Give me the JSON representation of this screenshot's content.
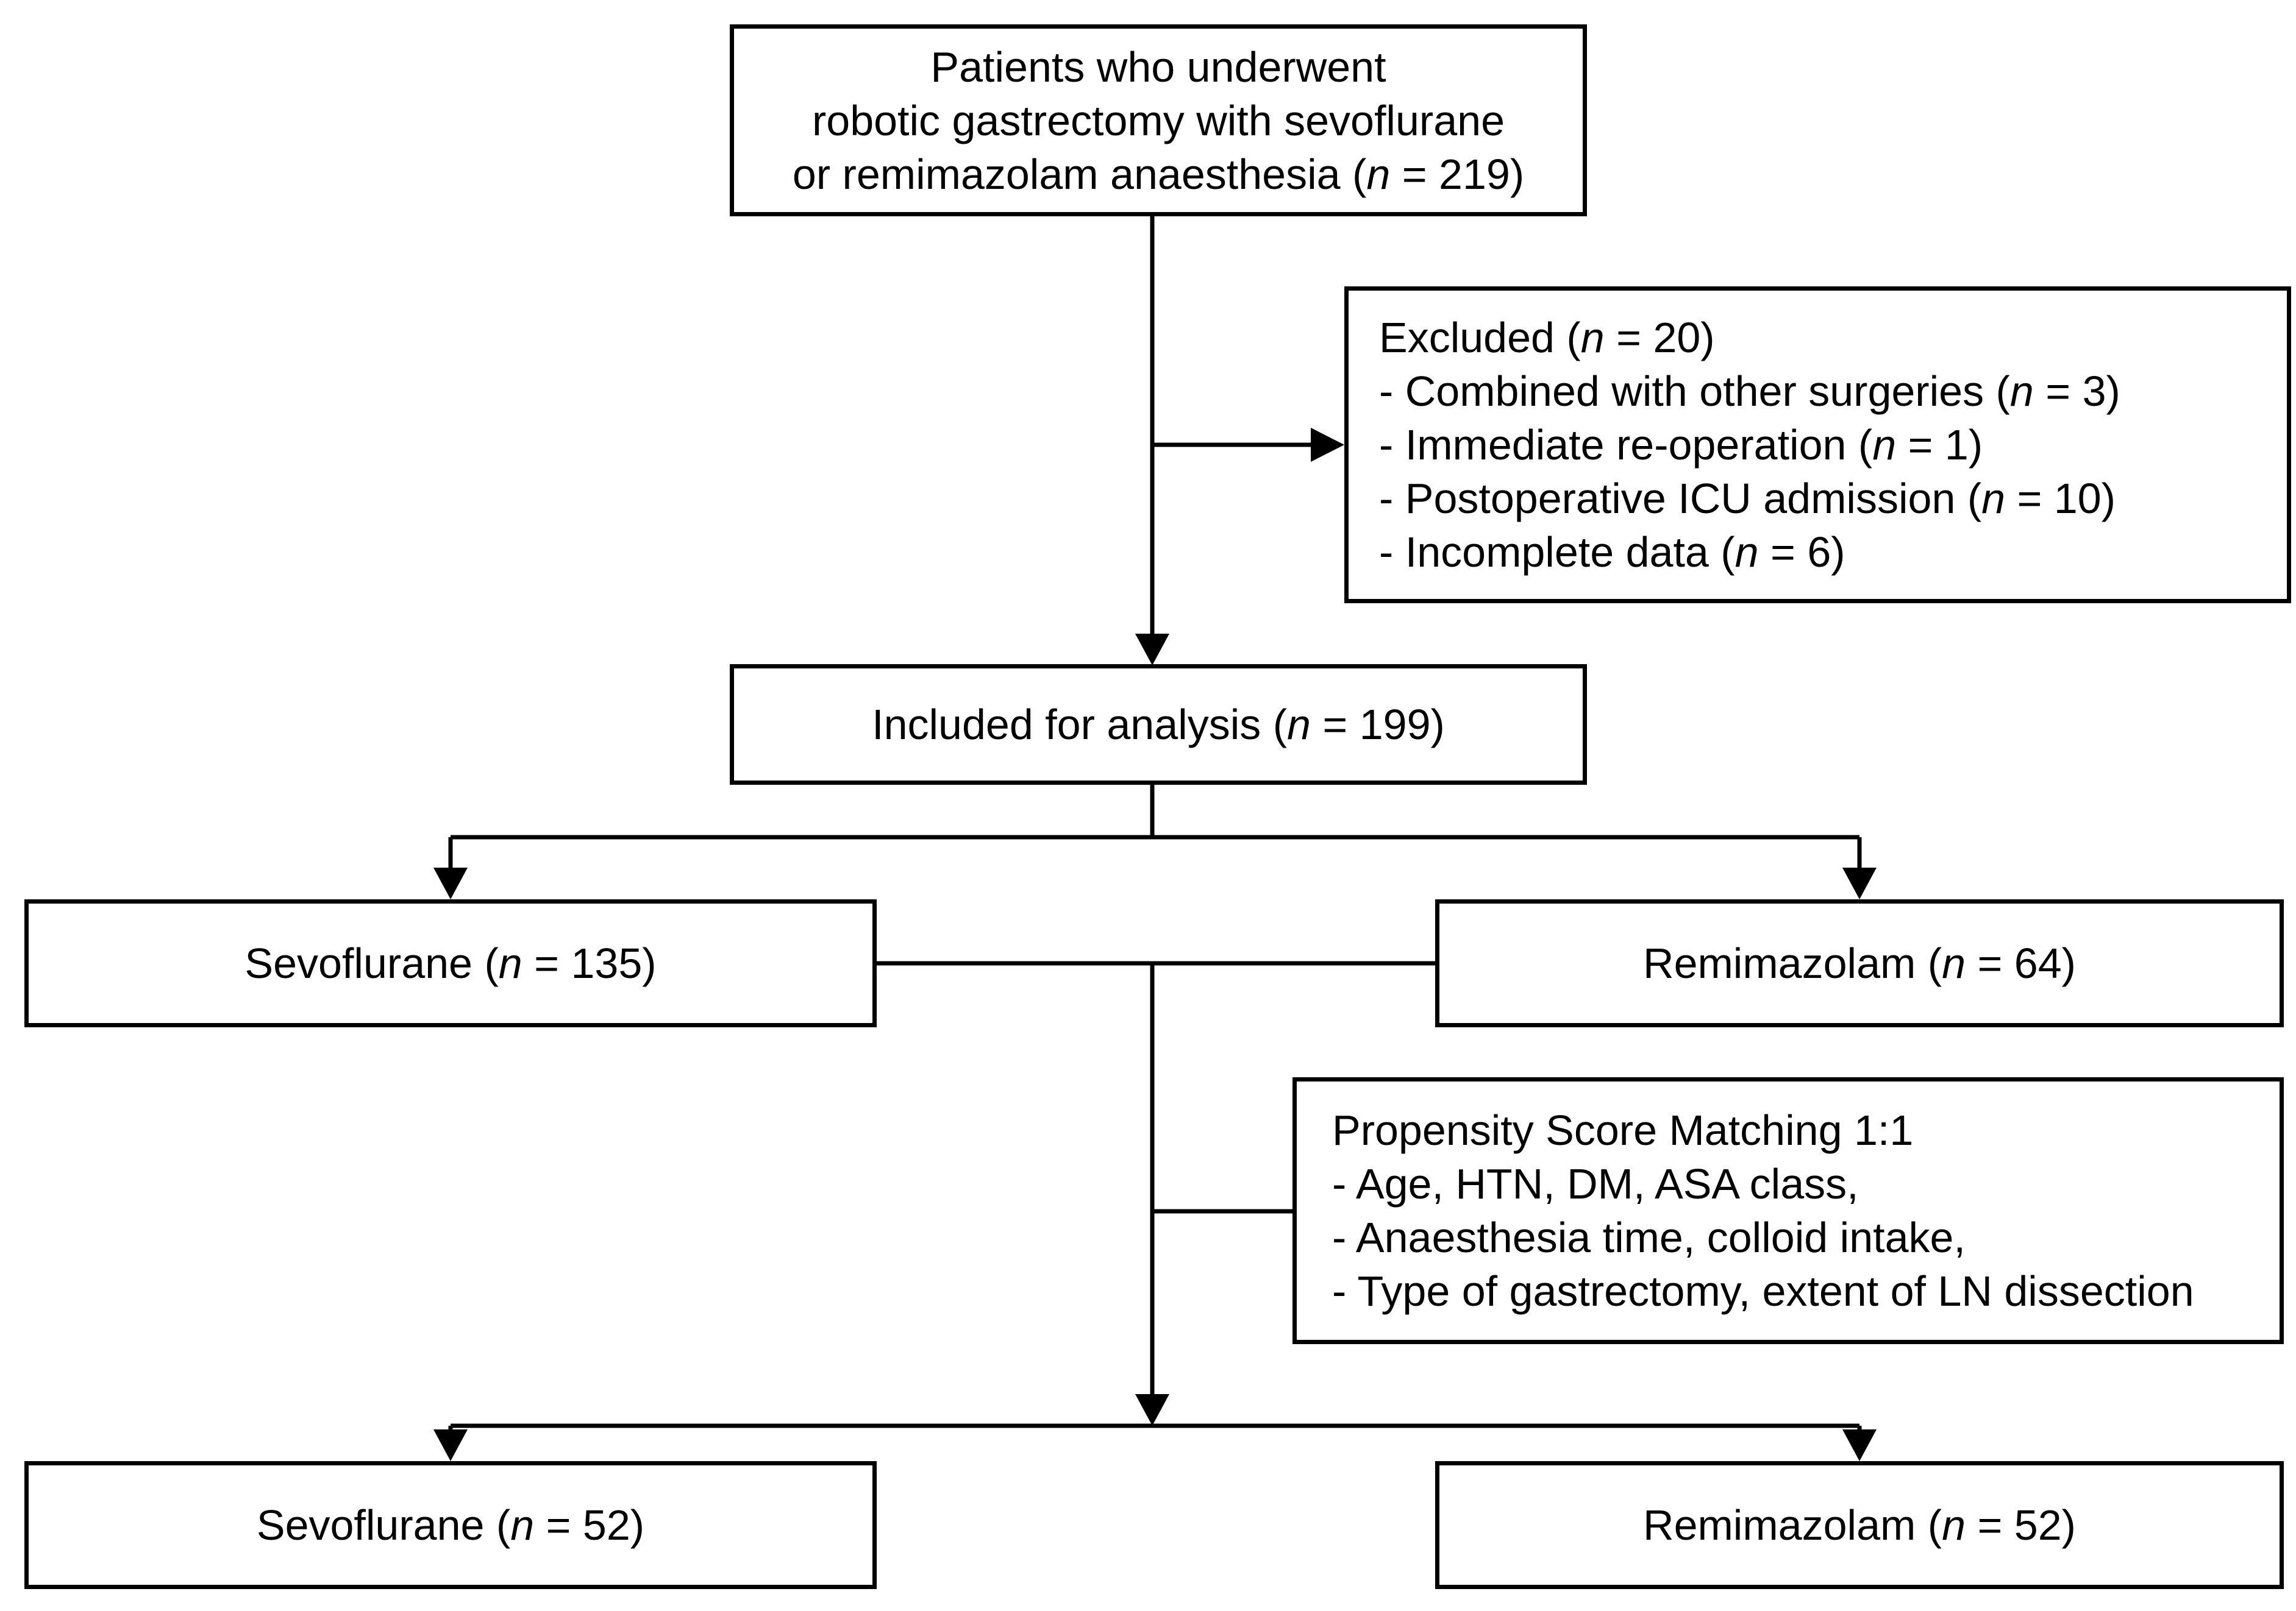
{
  "colors": {
    "background": "#ffffff",
    "line": "#000000",
    "text": "#000000",
    "box_fill": "#ffffff"
  },
  "flow": {
    "box_top": {
      "line1": "Patients who underwent",
      "line2": "robotic gastrectomy with sevoflurane",
      "line3_pre": "or remimazolam anaesthesia (",
      "line3_n": "n",
      "line3_post": " = 219)"
    },
    "box_excluded": {
      "title_pre": "Excluded (",
      "title_n": "n",
      "title_post": " = 20)",
      "items": [
        {
          "pre": "- Combined with other surgeries (",
          "n": "n",
          "post": " = 3)"
        },
        {
          "pre": "- Immediate re-operation (",
          "n": "n",
          "post": " = 1)"
        },
        {
          "pre": "- Postoperative ICU admission (",
          "n": "n",
          "post": " = 10)"
        },
        {
          "pre": "- Incomplete data (",
          "n": "n",
          "post": " = 6)"
        }
      ]
    },
    "box_included": {
      "pre": "Included for analysis (",
      "n": "n",
      "post": " = 199)"
    },
    "box_sevoflurane": {
      "pre": "Sevoflurane (",
      "n": "n",
      "post": " = 135)"
    },
    "box_remimazolam": {
      "pre": "Remimazolam (",
      "n": "n",
      "post": " = 64)"
    },
    "box_psm": {
      "title": "Propensity Score Matching 1:1",
      "items": [
        "- Age, HTN, DM, ASA class,",
        "- Anaesthesia time, colloid intake,",
        "- Type of gastrectomy, extent of LN dissection"
      ]
    },
    "box_sevoflurane_matched": {
      "pre": "Sevoflurane (",
      "n": "n",
      "post": " = 52)"
    },
    "box_remimazolam_matched": {
      "pre": "Remimazolam (",
      "n": "n",
      "post": " = 52)"
    }
  }
}
